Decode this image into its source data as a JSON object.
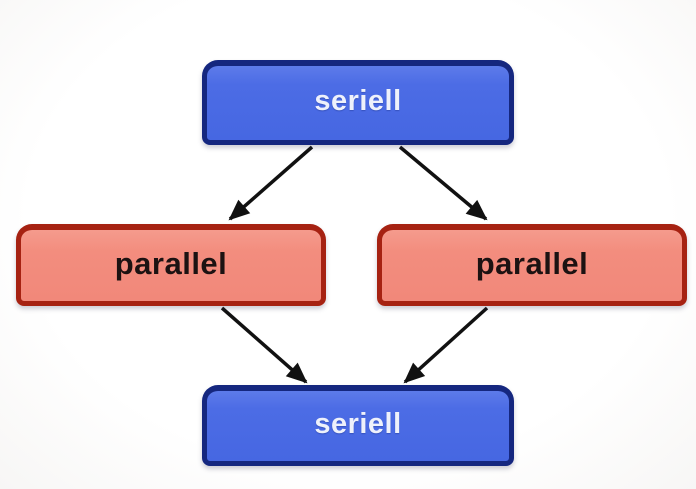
{
  "diagram": {
    "description": "Flow diagram of serial and parallel stages: one serial stage fans out to two parallel stages which merge back into a serial stage",
    "background_color": "#ffffff",
    "arrow_color": "#111111",
    "nodes": [
      {
        "id": "seriell-top",
        "label": "seriell",
        "type": "seriell",
        "fill_color": "#4c6ce5",
        "border_color": "#15277f",
        "text_color": "#eef1fb",
        "position": "top-center"
      },
      {
        "id": "parallel-left",
        "label": "parallel",
        "type": "parallel",
        "fill_color": "#f38d7e",
        "border_color": "#a62212",
        "text_color": "#1c1212",
        "position": "middle-left"
      },
      {
        "id": "parallel-right",
        "label": "parallel",
        "type": "parallel",
        "fill_color": "#f38d7e",
        "border_color": "#a62212",
        "text_color": "#1c1212",
        "position": "middle-right"
      },
      {
        "id": "seriell-bottom",
        "label": "seriell",
        "type": "seriell",
        "fill_color": "#4c6ce5",
        "border_color": "#15277f",
        "text_color": "#eef1fb",
        "position": "bottom-center"
      }
    ],
    "edges": [
      {
        "from": "seriell-top",
        "to": "parallel-left"
      },
      {
        "from": "seriell-top",
        "to": "parallel-right"
      },
      {
        "from": "parallel-left",
        "to": "seriell-bottom"
      },
      {
        "from": "parallel-right",
        "to": "seriell-bottom"
      }
    ]
  }
}
